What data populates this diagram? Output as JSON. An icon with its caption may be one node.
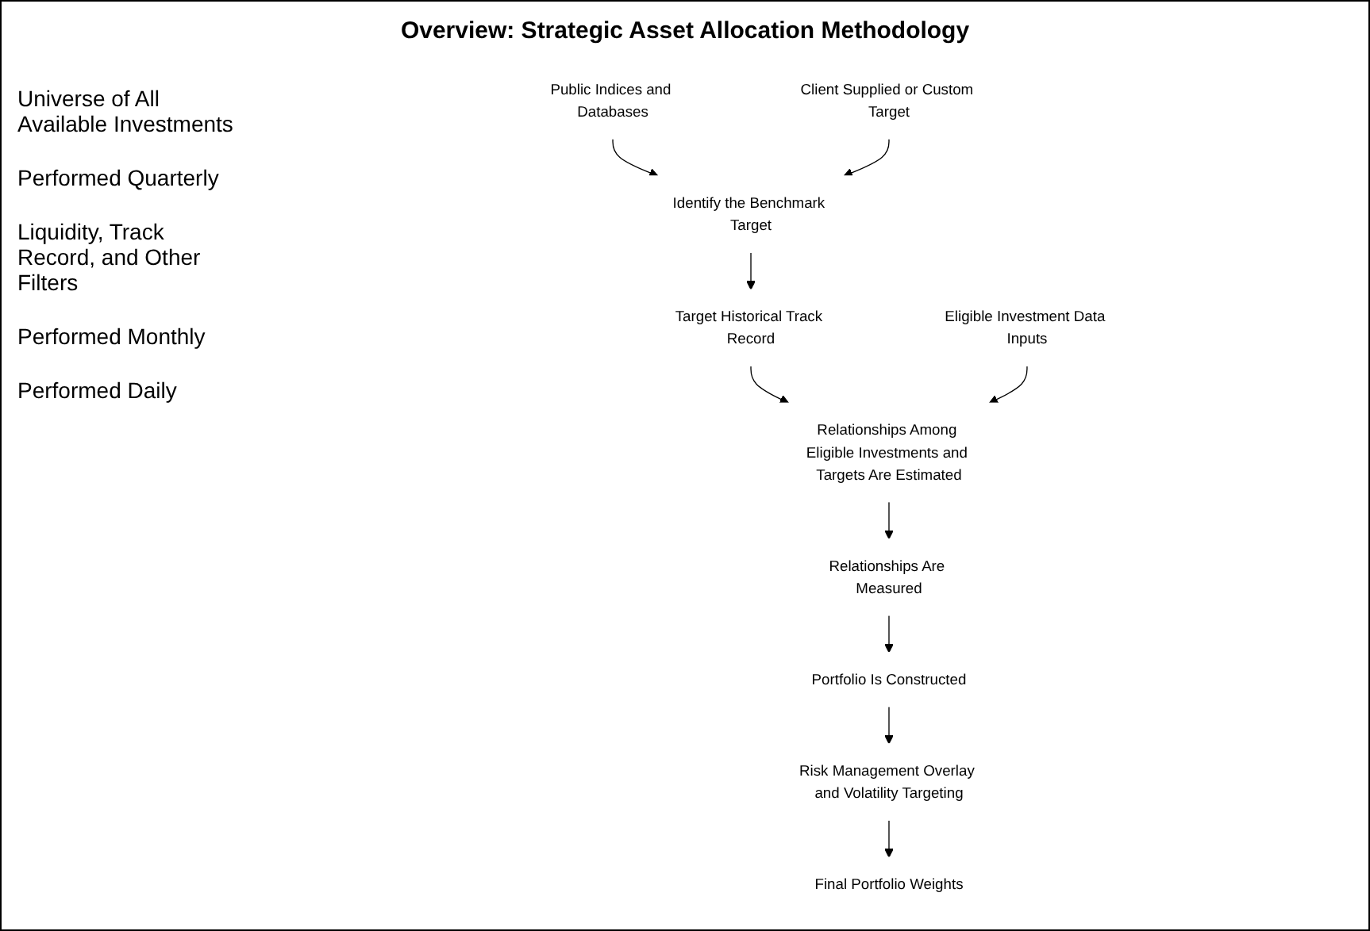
{
  "diagram": {
    "title": "Overview: Strategic Asset Allocation Methodology",
    "nodes": [
      {
        "text": [
          "Public Indices and Databases"
        ]
      },
      {
        "text": [
          "Client Supplied or Custom Target"
        ]
      },
      {
        "text": [
          "Identify the Benchmark Target"
        ]
      },
      {
        "text": [
          "Relationships Among Eligible Investments and Targets Are Estimated"
        ]
      },
      {
        "text": [
          "Eligible Investment Data Inputs"
        ]
      },
      {
        "text": [
          "Relationships Are Measured"
        ]
      },
      {
        "text": [
          "Target Historical Track Record"
        ]
      },
      {
        "text": [
          "Portfolio Is Constructed"
        ]
      },
      {
        "text": [
          "Risk Management Overlay and Volatility Targeting"
        ]
      },
      {
        "text": [
          "Final Portfolio Weights"
        ]
      }
    ],
    "edges": [
      {
        "from": 0,
        "to": 2,
        "arrow": "to"
      },
      {
        "from": 1,
        "to": 2,
        "arrow": "to"
      },
      {
        "from": 2,
        "to": 6,
        "arrow": "to"
      },
      {
        "from": 6,
        "to": 3,
        "arrow": "to"
      },
      {
        "from": 4,
        "to": 3,
        "arrow": "to"
      },
      {
        "from": 3,
        "to": 5,
        "arrow": "to"
      },
      {
        "from": 5,
        "to": 7,
        "arrow": "to"
      },
      {
        "from": 7,
        "to": 8,
        "arrow": "to"
      },
      {
        "from": 8,
        "to": 9,
        "arrow": "to"
      }
    ],
    "labels": [
      "Universe of All Available Investments",
      "Performed Quarterly",
      "Liquidity, Track Record, and Other Filters",
      "Performed Monthly",
      "Performed Daily"
    ]
  }
}
